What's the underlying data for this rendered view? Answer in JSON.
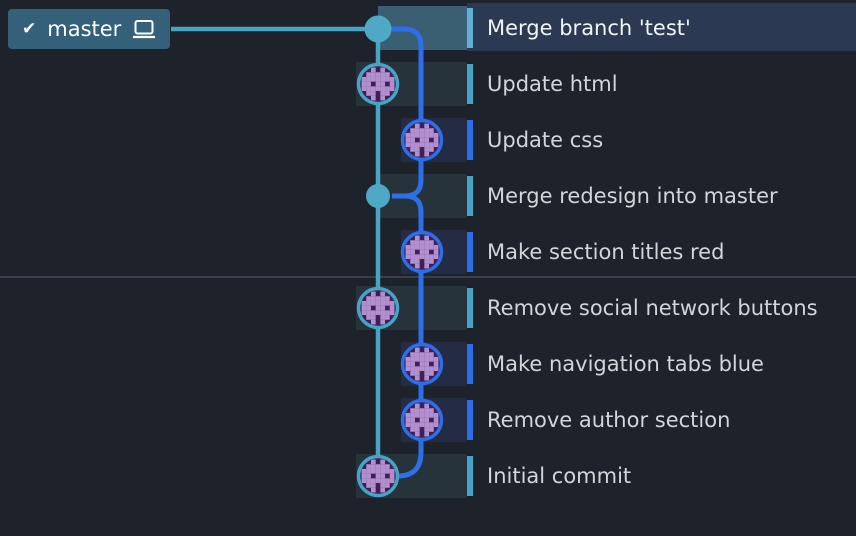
{
  "branch_badge": {
    "name": "master",
    "checked_icon": "check-icon",
    "computer_icon": "computer-icon"
  },
  "commits": [
    {
      "message": "Merge branch 'test'",
      "lane": "teal",
      "node": "merge-dot",
      "selected": true
    },
    {
      "message": "Update html",
      "lane": "teal",
      "node": "avatar",
      "selected": false
    },
    {
      "message": "Update css",
      "lane": "blue",
      "node": "avatar",
      "selected": false
    },
    {
      "message": "Merge redesign into master",
      "lane": "teal",
      "node": "merge-dot",
      "selected": false
    },
    {
      "message": "Make section titles red",
      "lane": "blue",
      "node": "avatar",
      "selected": false
    },
    {
      "message": "Remove social network buttons",
      "lane": "teal",
      "node": "avatar",
      "selected": false
    },
    {
      "message": "Make navigation tabs blue",
      "lane": "blue",
      "node": "avatar",
      "selected": false
    },
    {
      "message": "Remove author section",
      "lane": "blue",
      "node": "avatar",
      "selected": false
    },
    {
      "message": "Initial commit",
      "lane": "teal",
      "node": "avatar",
      "selected": false
    }
  ],
  "colors": {
    "background": "#1e222a",
    "teal": "#46a4c5",
    "blue": "#2d6fe8",
    "node": "#4fa8c6",
    "selected_row": "#2b3a52",
    "selected_cell": "#3a5f72",
    "teal_tint": "#26333b",
    "blue_tint": "#232c42",
    "bar_selected": "#61b0d4",
    "text": "#d3d5d9",
    "text_selected": "#f2f5f8",
    "badge_bg": "#35607a",
    "avatar_bg": "#3b2154",
    "avatar_pixel": "#b38fd0",
    "separator": "#3a404a"
  }
}
